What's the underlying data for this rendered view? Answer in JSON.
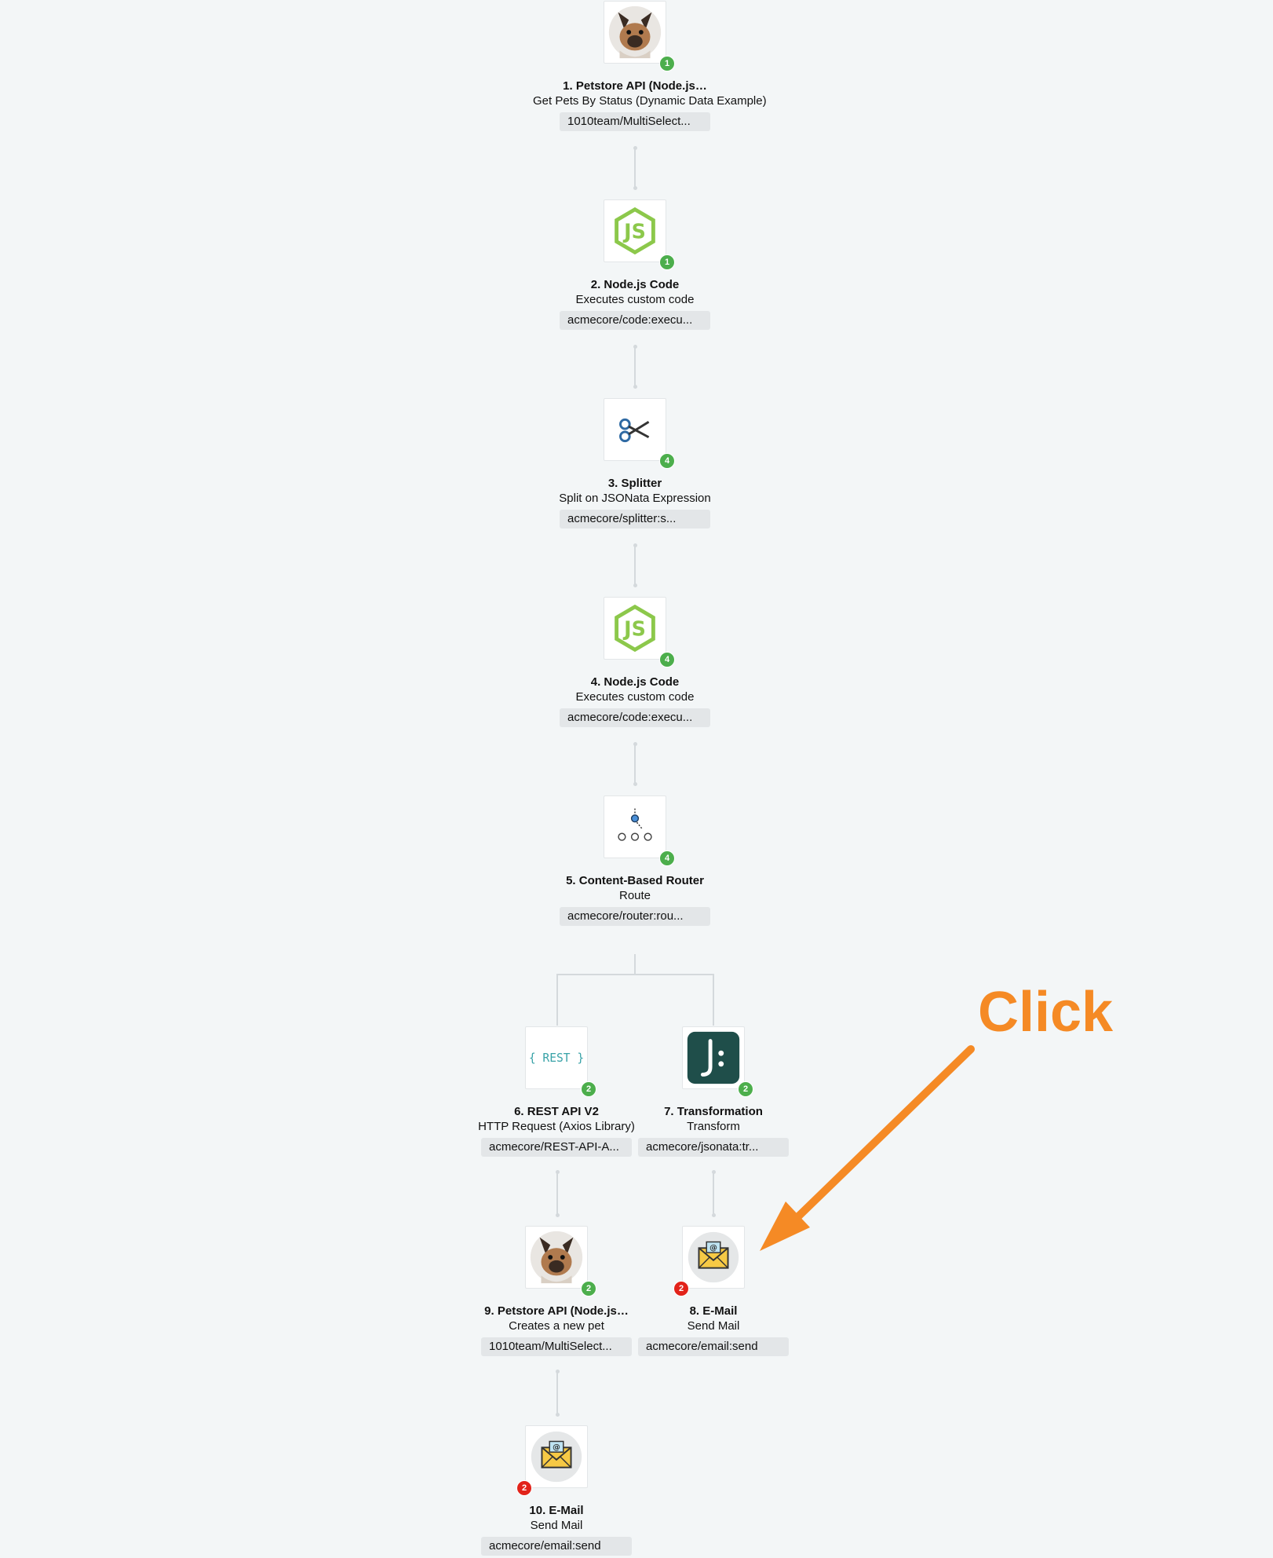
{
  "nodes": [
    {
      "title": "1. Petstore API (Node.js…",
      "subtitle": "Get Pets By Status (Dynamic Data Example)",
      "chip": "1010team/MultiSelect...",
      "icon": "dog-icon",
      "badge": "1",
      "status": "green"
    },
    {
      "title": "2. Node.js Code",
      "subtitle": "Executes custom code",
      "chip": "acmecore/code:execu...",
      "icon": "nodejs-icon",
      "badge": "1",
      "status": "green"
    },
    {
      "title": "3. Splitter",
      "subtitle": "Split on JSONata Expression",
      "chip": "acmecore/splitter:s...",
      "icon": "scissors-icon",
      "badge": "4",
      "status": "green"
    },
    {
      "title": "4. Node.js Code",
      "subtitle": "Executes custom code",
      "chip": "acmecore/code:execu...",
      "icon": "nodejs-icon",
      "badge": "4",
      "status": "green"
    },
    {
      "title": "5. Content-Based Router",
      "subtitle": "Route",
      "chip": "acmecore/router:rou...",
      "icon": "router-icon",
      "badge": "4",
      "status": "green"
    },
    {
      "title": "6. REST API V2",
      "subtitle": "HTTP Request (Axios Library)",
      "chip": "acmecore/REST-API-A...",
      "icon": "rest-icon",
      "icon_text": "{ REST }",
      "badge": "2",
      "status": "green"
    },
    {
      "title": "7. Transformation",
      "subtitle": "Transform",
      "chip": "acmecore/jsonata:tr...",
      "icon": "jsonata-icon",
      "badge": "2",
      "status": "green"
    },
    {
      "title": "9. Petstore API (Node.js…",
      "subtitle": "Creates a new pet",
      "chip": "1010team/MultiSelect...",
      "icon": "dog-icon",
      "badge": "2",
      "status": "green"
    },
    {
      "title": "8. E-Mail",
      "subtitle": "Send Mail",
      "chip": "acmecore/email:send",
      "icon": "email-icon",
      "badge": "2",
      "status": "red"
    },
    {
      "title": "10. E-Mail",
      "subtitle": "Send Mail",
      "chip": "acmecore/email:send",
      "icon": "email-icon",
      "badge": "2",
      "status": "red"
    }
  ],
  "annotation": {
    "label": "Click",
    "color": "#f58a25"
  },
  "colors": {
    "success": "#4cae4c",
    "error": "#e2231a",
    "background": "#f3f6f7",
    "nodejs": "#8cc84b",
    "jsonata": "#1f4e4a"
  }
}
